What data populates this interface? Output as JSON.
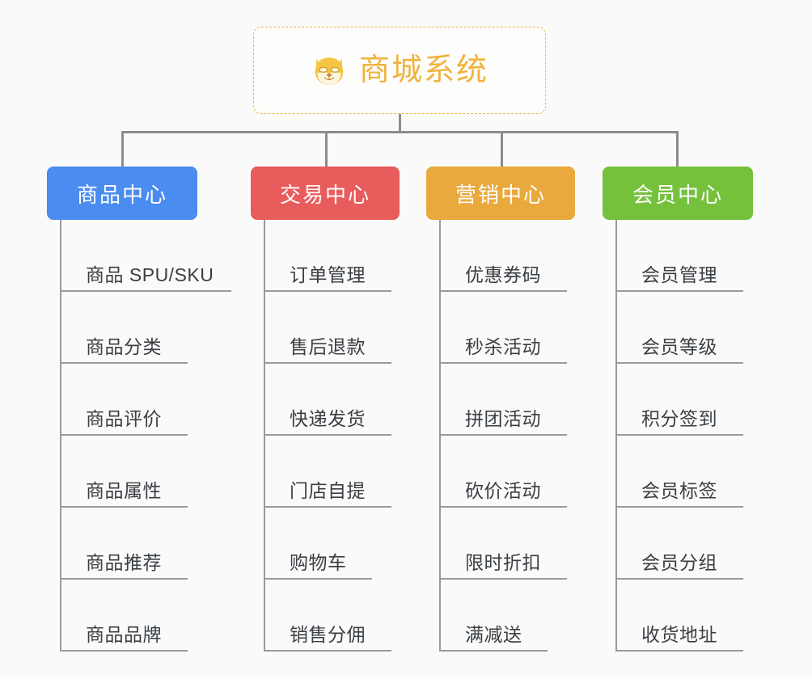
{
  "background": "#fafafa",
  "root": {
    "icon": "shiba-dog-face-icon",
    "label": "商城系统",
    "color": "#f0b33f",
    "border_color": "#edb44a"
  },
  "connector_color": "#8c8c8c",
  "leaf_rule_color": "#9a9a9a",
  "leaf_text_color": "#3a3f44",
  "branches": [
    {
      "label": "商品中心",
      "color": "#4a8cf0",
      "items": [
        "商品 SPU/SKU",
        "商品分类",
        "商品评价",
        "商品属性",
        "商品推荐",
        "商品品牌"
      ]
    },
    {
      "label": "交易中心",
      "color": "#e85c5c",
      "items": [
        "订单管理",
        "售后退款",
        "快递发货",
        "门店自提",
        "购物车",
        "销售分佣"
      ]
    },
    {
      "label": "营销中心",
      "color": "#eaa93c",
      "items": [
        "优惠券码",
        "秒杀活动",
        "拼团活动",
        "砍价活动",
        "限时折扣",
        "满减送"
      ]
    },
    {
      "label": "会员中心",
      "color": "#76c13c",
      "items": [
        "会员管理",
        "会员等级",
        "积分签到",
        "会员标签",
        "会员分组",
        "收货地址"
      ]
    }
  ]
}
